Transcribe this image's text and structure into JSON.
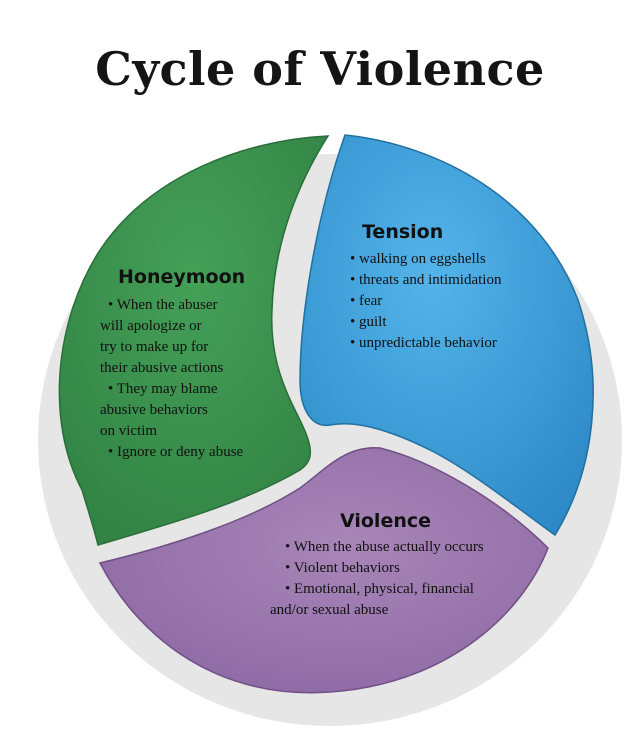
{
  "title": "Cycle of Violence",
  "colors": {
    "tension": "#3a9bd6",
    "honeymoon": "#3a8f4c",
    "violence": "#9b75ad"
  },
  "segments": {
    "tension": {
      "title": "Tension",
      "lines": [
        "• walking on eggshells",
        "• threats and intimidation",
        "• fear",
        "• guilt",
        "• unpredictable behavior"
      ]
    },
    "honeymoon": {
      "title": "Honeymoon",
      "lines": [
        "• When the abuser",
        "will apologize or",
        "try to make up for",
        "their abusive actions",
        "• They may blame",
        "abusive behaviors",
        "on victim",
        "• Ignore or deny abuse"
      ]
    },
    "violence": {
      "title": "Violence",
      "lines": [
        "• When the abuse actually occurs",
        "• Violent behaviors",
        "• Emotional, physical, financial",
        "and/or sexual abuse"
      ]
    }
  }
}
